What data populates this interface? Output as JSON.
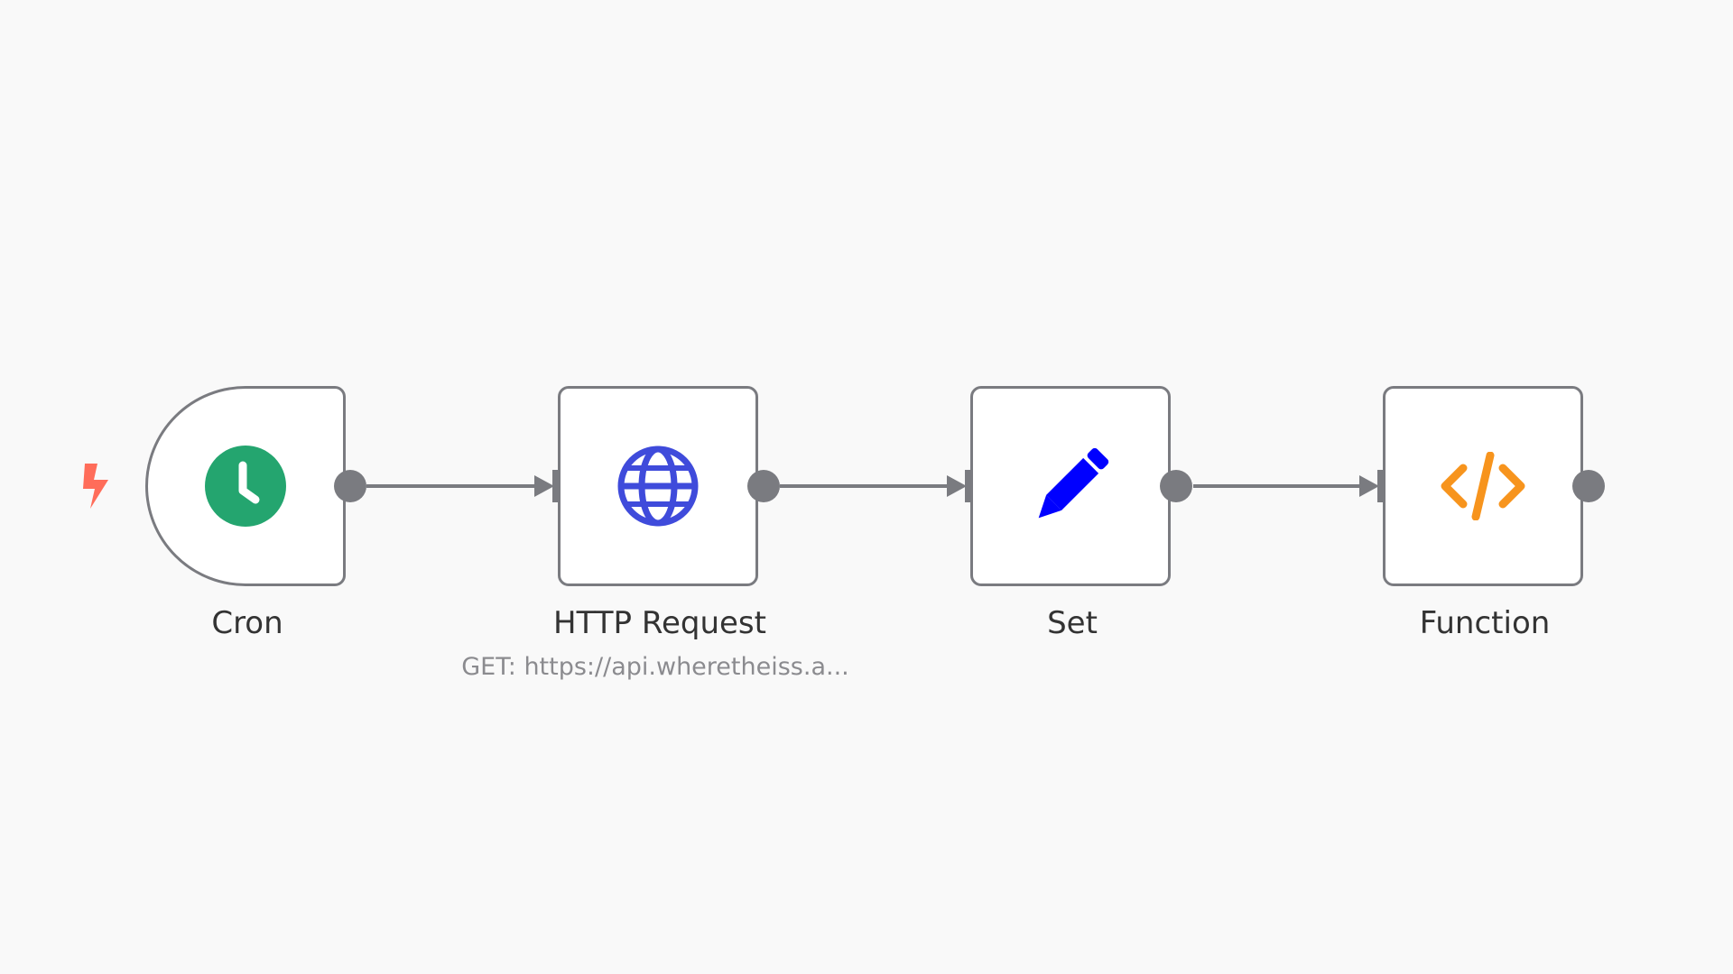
{
  "workflow": {
    "nodes": [
      {
        "label": "Cron",
        "icon": "clock-icon",
        "color": "#24a56f"
      },
      {
        "label": "HTTP Request",
        "subtitle": "GET: https://api.wheretheiss.a...",
        "icon": "globe-icon",
        "color": "#3f4bdb"
      },
      {
        "label": "Set",
        "icon": "pencil-icon",
        "color": "#0000ff"
      },
      {
        "label": "Function",
        "icon": "code-icon",
        "color": "#f7941d"
      }
    ],
    "trigger_indicator": {
      "icon": "bolt-icon",
      "color": "#ff6d5a"
    },
    "connection_color": "#7a7b80"
  }
}
